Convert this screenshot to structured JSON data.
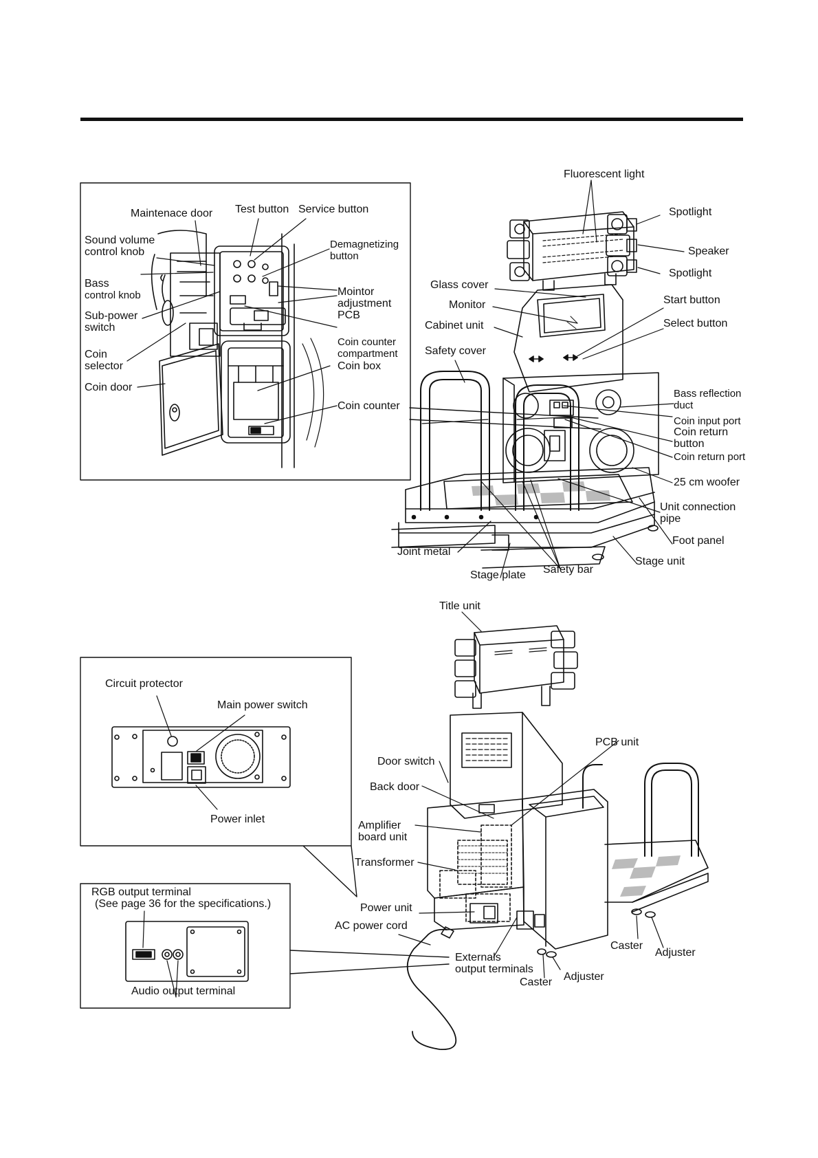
{
  "figure_top": {
    "inset_labels": {
      "maintenance_door": "Maintenace door",
      "test_button": "Test button",
      "service_button": "Service button",
      "sound_volume_1": "Sound volume",
      "sound_volume_2": "control knob",
      "demagnetizing_1": "Demagnetizing",
      "demagnetizing_2": "button",
      "bass_1": "Bass",
      "bass_2": "control knob",
      "monitor_pcb_1": "Mointor",
      "monitor_pcb_2": "adjustment",
      "monitor_pcb_3": "PCB",
      "sub_power_1": "Sub-power",
      "sub_power_2": "switch",
      "coin_counter_comp_1": "Coin counter",
      "coin_counter_comp_2": "compartment",
      "coin_selector_1": "Coin",
      "coin_selector_2": "selector",
      "coin_box": "Coin box",
      "coin_door": "Coin door",
      "coin_counter": "Coin counter"
    },
    "machine_labels": {
      "fluorescent_light": "Fluorescent light",
      "spotlight_top": "Spotlight",
      "speaker": "Speaker",
      "spotlight_bottom": "Spotlight",
      "glass_cover": "Glass cover",
      "monitor": "Monitor",
      "start_button": "Start button",
      "cabinet_unit": "Cabinet unit",
      "select_button": "Select button",
      "safety_cover": "Safety cover",
      "bass_reflection_1": "Bass reflection",
      "bass_reflection_2": "duct",
      "coin_input_port": "Coin input port",
      "coin_return_button_1": "Coin return",
      "coin_return_button_2": "button",
      "coin_return_port": "Coin return port",
      "woofer": "25 cm woofer",
      "unit_connection_1": "Unit connection",
      "unit_connection_2": "pipe",
      "foot_panel": "Foot panel",
      "joint_metal": "Joint metal",
      "stage_unit": "Stage unit",
      "safety_bar": "Safety bar",
      "stage_plate": "Stage plate"
    }
  },
  "figure_bottom": {
    "power_panel_labels": {
      "circuit_protector": "Circuit protector",
      "main_power_switch": "Main power switch",
      "power_inlet": "Power inlet"
    },
    "output_panel_labels": {
      "rgb_output": "RGB output terminal",
      "rgb_note": "(See page 36 for the specifications.)",
      "audio_output": "Audio output terminal"
    },
    "machine_labels": {
      "title_unit": "Title unit",
      "pcb_unit": "PCB unit",
      "door_switch": "Door switch",
      "back_door": "Back door",
      "amplifier_1": "Amplifier",
      "amplifier_2": "board unit",
      "transformer": "Transformer",
      "power_unit": "Power unit",
      "ac_power_cord": "AC power cord",
      "externals_1": "Externals",
      "externals_2": "output terminals",
      "caster_left": "Caster",
      "adjuster_left": "Adjuster",
      "caster_right": "Caster",
      "adjuster_right": "Adjuster"
    }
  }
}
